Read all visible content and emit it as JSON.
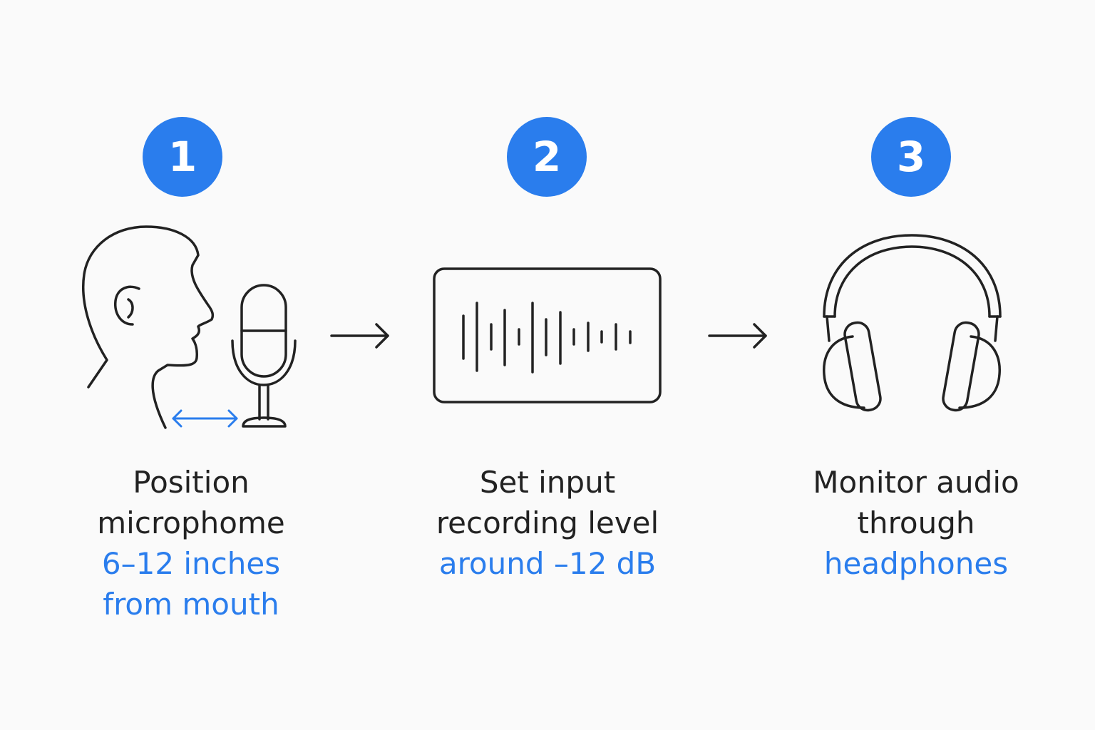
{
  "accent_color": "#2a7ded",
  "text_color": "#222222",
  "steps": [
    {
      "number": "1",
      "icon": "person-with-microphone-icon",
      "caption_lines": [
        "Position",
        "microphome"
      ],
      "highlight_lines": [
        "6–12 inches",
        "from mouth"
      ]
    },
    {
      "number": "2",
      "icon": "waveform-icon",
      "caption_lines": [
        "Set input",
        "recording level"
      ],
      "highlight_lines": [
        "around –12 dB"
      ]
    },
    {
      "number": "3",
      "icon": "headphones-icon",
      "caption_lines": [
        "Monitor audio",
        "through"
      ],
      "highlight_lines": [
        "headphones"
      ]
    }
  ],
  "connectors": [
    "arrow-right-icon",
    "arrow-right-icon"
  ]
}
